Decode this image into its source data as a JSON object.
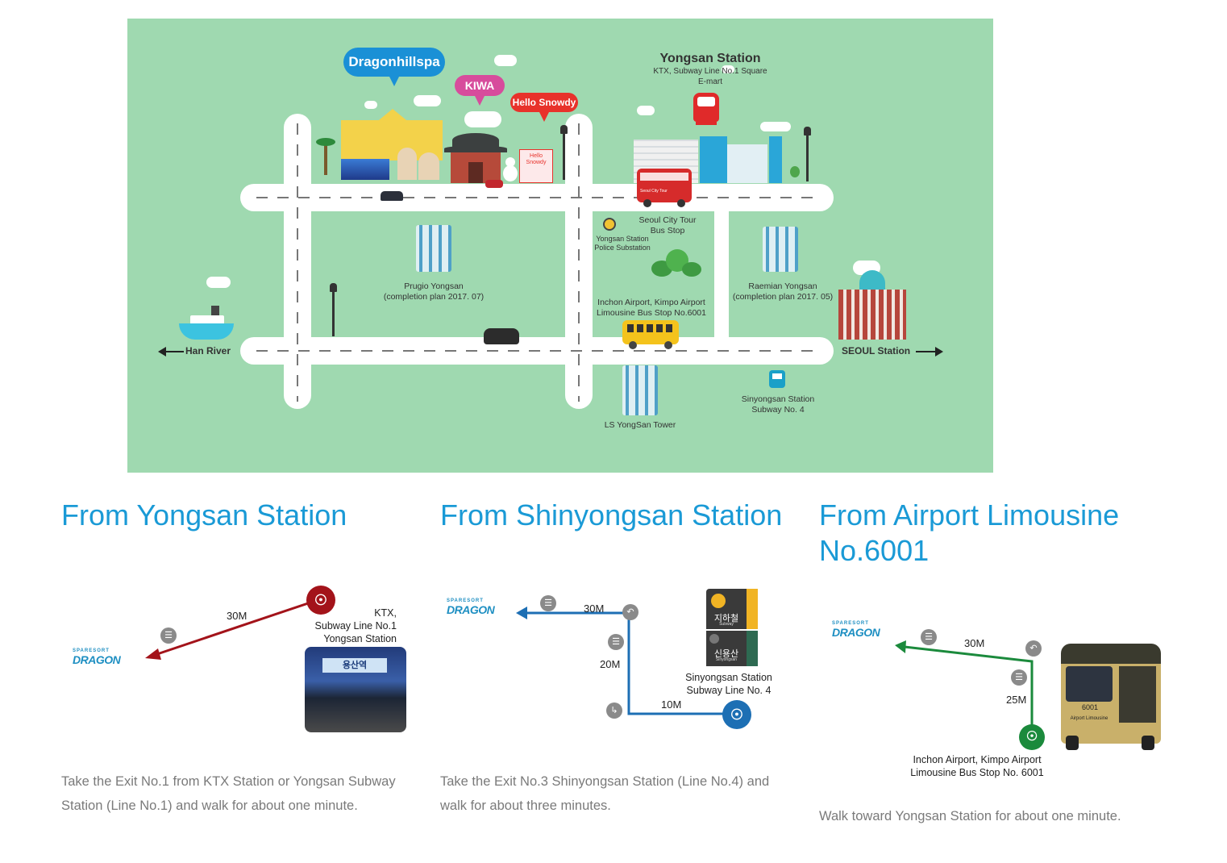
{
  "map": {
    "bubble_dragonhillspa": "Dragonhillspa",
    "bubble_kiwa": "KIWA",
    "bubble_hello_snowdy": "Hello Snowdy",
    "yongsan_title": "Yongsan Station",
    "yongsan_sub1": "KTX, Subway Line No.1 Square",
    "yongsan_sub2": "E-mart",
    "seoul_city_tour": "Seoul City Tour\nBus Stop",
    "police": "Yongsan Station\nPolice Substation",
    "prugio": "Prugio Yongsan\n(completion plan 2017. 07)",
    "raemian": "Raemian Yongsan\n(completion plan 2017. 05)",
    "limousine_stop": "Inchon Airport, Kimpo Airport\nLimousine Bus Stop No.6001",
    "han_river": "Han River",
    "seoul_station": "SEOUL Station",
    "sinyongsan": "Sinyongsan Station\nSubway No. 4",
    "ls_tower": "LS YongSan Tower",
    "bus_sign": "Seoul City Tour",
    "snowdy_sign": "Hello\nSnowdy"
  },
  "sections": [
    {
      "title": "From Yongsan Station",
      "desc": "Take the Exit No.1 from KTX Station or Yongsan Subway Station (Line No.1) and walk for about one minute.",
      "distance1": "30M",
      "station_label": "KTX,\nSubway Line No.1\nYongsan Station",
      "photo_sign": "용산역"
    },
    {
      "title": "From Shinyongsan Station",
      "desc": "Take the Exit No.3 Shinyongsan Station (Line No.4) and walk for about three minutes.",
      "distance1": "30M",
      "distance2": "20M",
      "distance3": "10M",
      "station_label": "Sinyongsan Station\nSubway Line No. 4",
      "sign_top": "지하철",
      "sign_top_en": "Subway",
      "sign_bottom": "신용산",
      "sign_bottom_en": "Sinyongsan"
    },
    {
      "title": "From Airport Limousine No.6001",
      "desc": "Walk toward Yongsan Station for about one minute.",
      "distance1": "30M",
      "distance2": "25M",
      "station_label": "Inchon Airport, Kimpo Airport\nLimousine Bus Stop No. 6001",
      "bus_number": "6001",
      "bus_label": "Airport Limousine"
    }
  ],
  "logo": {
    "top": "SPARESORT",
    "main": "DRAGON"
  },
  "colors": {
    "map_bg": "#9fd9b0",
    "title_blue": "#1a9ad6",
    "route_red": "#a3131a",
    "route_blue": "#1d6fb4",
    "route_green": "#1b8a3c"
  }
}
